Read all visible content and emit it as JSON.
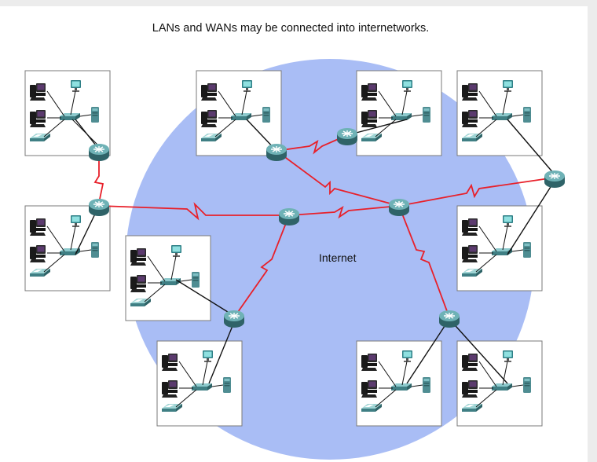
{
  "diagram": {
    "title": "LANs and WANs may be connected into internetworks.",
    "cloud_label": "Internet",
    "colors": {
      "cloud": "#a9bdf5",
      "wan_link": "#e8202a",
      "lan_link": "#111111",
      "router_body": "#4e8f94",
      "lan_box_border": "#7a7a7a"
    },
    "node_types": {
      "lan": "lan-segment",
      "router": "router-icon",
      "cloud": "internet-cloud"
    },
    "nodes": [
      "lan-top-left",
      "lan-mid-left",
      "lan-inner-left",
      "lan-bottom-left",
      "lan-top-center",
      "lan-top-center-right",
      "lan-top-right",
      "lan-mid-right",
      "lan-bottom-center-right",
      "lan-bottom-right"
    ]
  }
}
